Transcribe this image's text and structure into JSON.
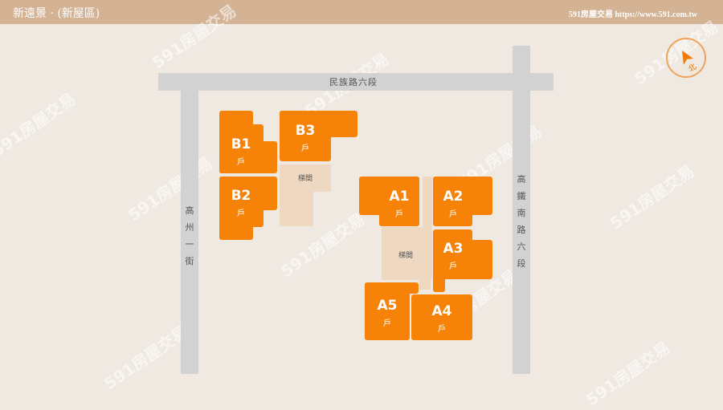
{
  "header": {
    "title": "新遠景 · (新屋區)",
    "brand": "591房屋交易 https://www.591.com.tw"
  },
  "compass": {
    "label": "北",
    "icon": "north-arrow-icon"
  },
  "roads": {
    "top": "民族路六段",
    "left": "高州一街",
    "right": "高鐵南路六段"
  },
  "units": [
    {
      "code": "B1",
      "sub": "戶"
    },
    {
      "code": "B2",
      "sub": "戶"
    },
    {
      "code": "B3",
      "sub": "戶"
    },
    {
      "code": "A1",
      "sub": "戶"
    },
    {
      "code": "A2",
      "sub": "戶"
    },
    {
      "code": "A3",
      "sub": "戶"
    },
    {
      "code": "A4",
      "sub": "戶"
    },
    {
      "code": "A5",
      "sub": "戶"
    }
  ],
  "stairs": [
    {
      "label": "梯間"
    },
    {
      "label": "梯間"
    }
  ],
  "watermark": "591房屋交易",
  "colors": {
    "header": "#d3b394",
    "unit": "#f68207",
    "stair": "#efd8c1",
    "road": "#d2d2d2",
    "background": "#efe9e2"
  }
}
